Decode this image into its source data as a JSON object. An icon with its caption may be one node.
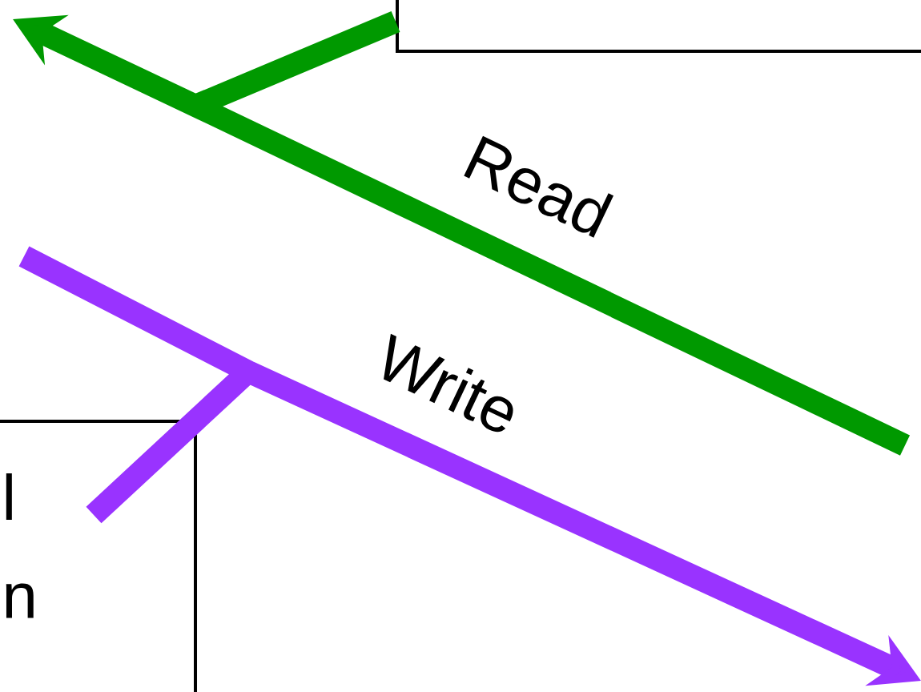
{
  "diagram": {
    "nodes": [
      {
        "text": [],
        "shape": "box"
      },
      {
        "text": [
          "l",
          "n"
        ]
      }
    ],
    "edges": [
      {
        "from": 0,
        "to": null,
        "arrow": "to",
        "label": "Read",
        "color": "#009900"
      },
      {
        "from": 1,
        "to": null,
        "arrow": "to",
        "label": "Write",
        "color": "#9933ff"
      }
    ]
  }
}
